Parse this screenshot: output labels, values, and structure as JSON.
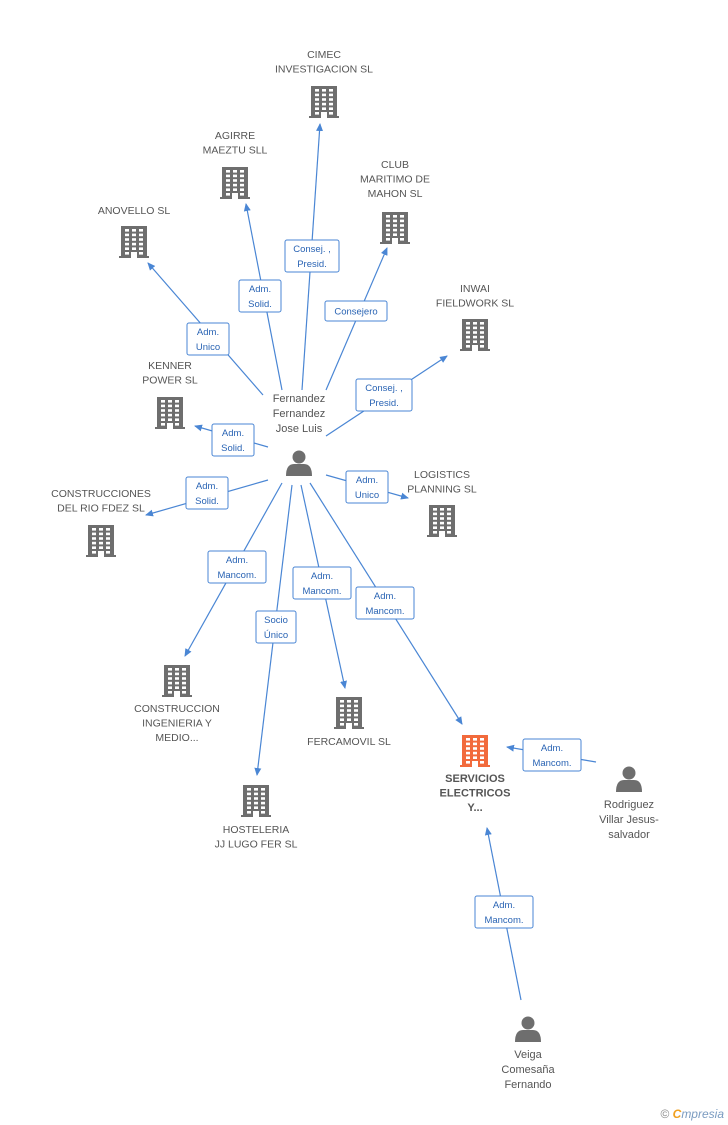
{
  "colors": {
    "edge": "#4a86d4",
    "node": "#6e6e6e",
    "focus": "#f26a3c",
    "label": "#555555"
  },
  "nodes": [
    {
      "id": "cimec",
      "type": "company",
      "label": [
        "CIMEC",
        "INVESTIGACION SL"
      ]
    },
    {
      "id": "agirre",
      "type": "company",
      "label": [
        "AGIRRE",
        "MAEZTU SLL"
      ]
    },
    {
      "id": "club",
      "type": "company",
      "label": [
        "CLUB",
        "MARITIMO DE",
        "MAHON SL"
      ]
    },
    {
      "id": "anovello",
      "type": "company",
      "label": [
        "ANOVELLO SL"
      ]
    },
    {
      "id": "inwai",
      "type": "company",
      "label": [
        "INWAI",
        "FIELDWORK SL"
      ]
    },
    {
      "id": "kenner",
      "type": "company",
      "label": [
        "KENNER",
        "POWER SL"
      ]
    },
    {
      "id": "logistics",
      "type": "company",
      "label": [
        "LOGISTICS",
        "PLANNING SL"
      ]
    },
    {
      "id": "construcciones",
      "type": "company",
      "label": [
        "CONSTRUCCIONES",
        "DEL RIO FDEZ SL"
      ]
    },
    {
      "id": "construccion",
      "type": "company",
      "label": [
        "CONSTRUCCION",
        "INGENIERIA Y",
        "MEDIO..."
      ]
    },
    {
      "id": "fercamovil",
      "type": "company",
      "label": [
        "FERCAMOVIL  SL"
      ]
    },
    {
      "id": "hosteleria",
      "type": "company",
      "label": [
        "HOSTELERIA",
        "JJ LUGO FER SL"
      ]
    },
    {
      "id": "servicios",
      "type": "focus",
      "label": [
        "SERVICIOS",
        "ELECTRICOS",
        "Y..."
      ]
    },
    {
      "id": "fernandez",
      "type": "person",
      "label": [
        "Fernandez",
        "Fernandez",
        "Jose Luis"
      ]
    },
    {
      "id": "rodriguez",
      "type": "person",
      "label": [
        "Rodriguez",
        "Villar Jesus-",
        "salvador"
      ]
    },
    {
      "id": "veiga",
      "type": "person",
      "label": [
        "Veiga",
        "Comesaña",
        "Fernando"
      ]
    }
  ],
  "edges": [
    {
      "from": "fernandez",
      "to": "cimec",
      "label": [
        "Consej. ,",
        "Presid."
      ]
    },
    {
      "from": "fernandez",
      "to": "agirre",
      "label": [
        "Adm.",
        "Solid."
      ]
    },
    {
      "from": "fernandez",
      "to": "club",
      "label": [
        "Consejero"
      ]
    },
    {
      "from": "fernandez",
      "to": "anovello",
      "label": [
        "Adm.",
        "Unico"
      ]
    },
    {
      "from": "fernandez",
      "to": "inwai",
      "label": [
        "Consej. ,",
        "Presid."
      ]
    },
    {
      "from": "fernandez",
      "to": "kenner",
      "label": [
        "Adm.",
        "Solid."
      ]
    },
    {
      "from": "fernandez",
      "to": "logistics",
      "label": [
        "Adm.",
        "Unico"
      ]
    },
    {
      "from": "fernandez",
      "to": "construcciones",
      "label": [
        "Adm.",
        "Solid."
      ]
    },
    {
      "from": "fernandez",
      "to": "construccion",
      "label": [
        "Adm.",
        "Mancom."
      ]
    },
    {
      "from": "fernandez",
      "to": "fercamovil",
      "label": [
        "Adm.",
        "Mancom."
      ]
    },
    {
      "from": "fernandez",
      "to": "hosteleria",
      "label": [
        "Socio",
        "Único"
      ]
    },
    {
      "from": "fernandez",
      "to": "servicios",
      "label": [
        "Adm.",
        "Mancom."
      ]
    },
    {
      "from": "rodriguez",
      "to": "servicios",
      "label": [
        "Adm.",
        "Mancom."
      ]
    },
    {
      "from": "veiga",
      "to": "servicios",
      "label": [
        "Adm.",
        "Mancom."
      ]
    }
  ],
  "brand": {
    "copyright": "©",
    "first_letter": "C",
    "rest": "mpresia"
  }
}
